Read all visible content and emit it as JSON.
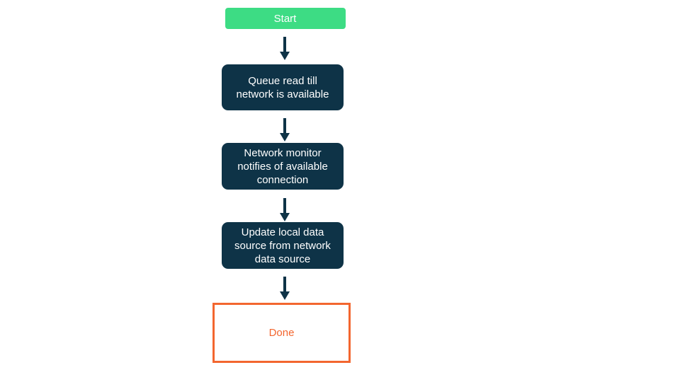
{
  "diagram": {
    "type": "flowchart",
    "direction": "top-down",
    "background": "#ffffff",
    "connector_color": "#0e3347",
    "nodes": [
      {
        "id": "start",
        "kind": "start",
        "label": "Start",
        "fill": "#3ddc84",
        "text_color": "#ffffff"
      },
      {
        "id": "queue-read",
        "kind": "process",
        "label": "Queue read till\nnetwork is available",
        "fill": "#0e3347",
        "text_color": "#ffffff"
      },
      {
        "id": "network-monitor",
        "kind": "process",
        "label": "Network monitor\nnotifies of available\nconnection",
        "fill": "#0e3347",
        "text_color": "#ffffff"
      },
      {
        "id": "update-local-data",
        "kind": "process",
        "label": "Update local data\nsource from network\ndata source",
        "fill": "#0e3347",
        "text_color": "#ffffff"
      },
      {
        "id": "done",
        "kind": "terminal",
        "label": "Done",
        "fill": "#ffffff",
        "border_color": "#f3662f",
        "text_color": "#f3662f"
      }
    ],
    "edges": [
      {
        "from": "start",
        "to": "queue-read"
      },
      {
        "from": "queue-read",
        "to": "network-monitor"
      },
      {
        "from": "network-monitor",
        "to": "update-local-data"
      },
      {
        "from": "update-local-data",
        "to": "done"
      }
    ]
  }
}
